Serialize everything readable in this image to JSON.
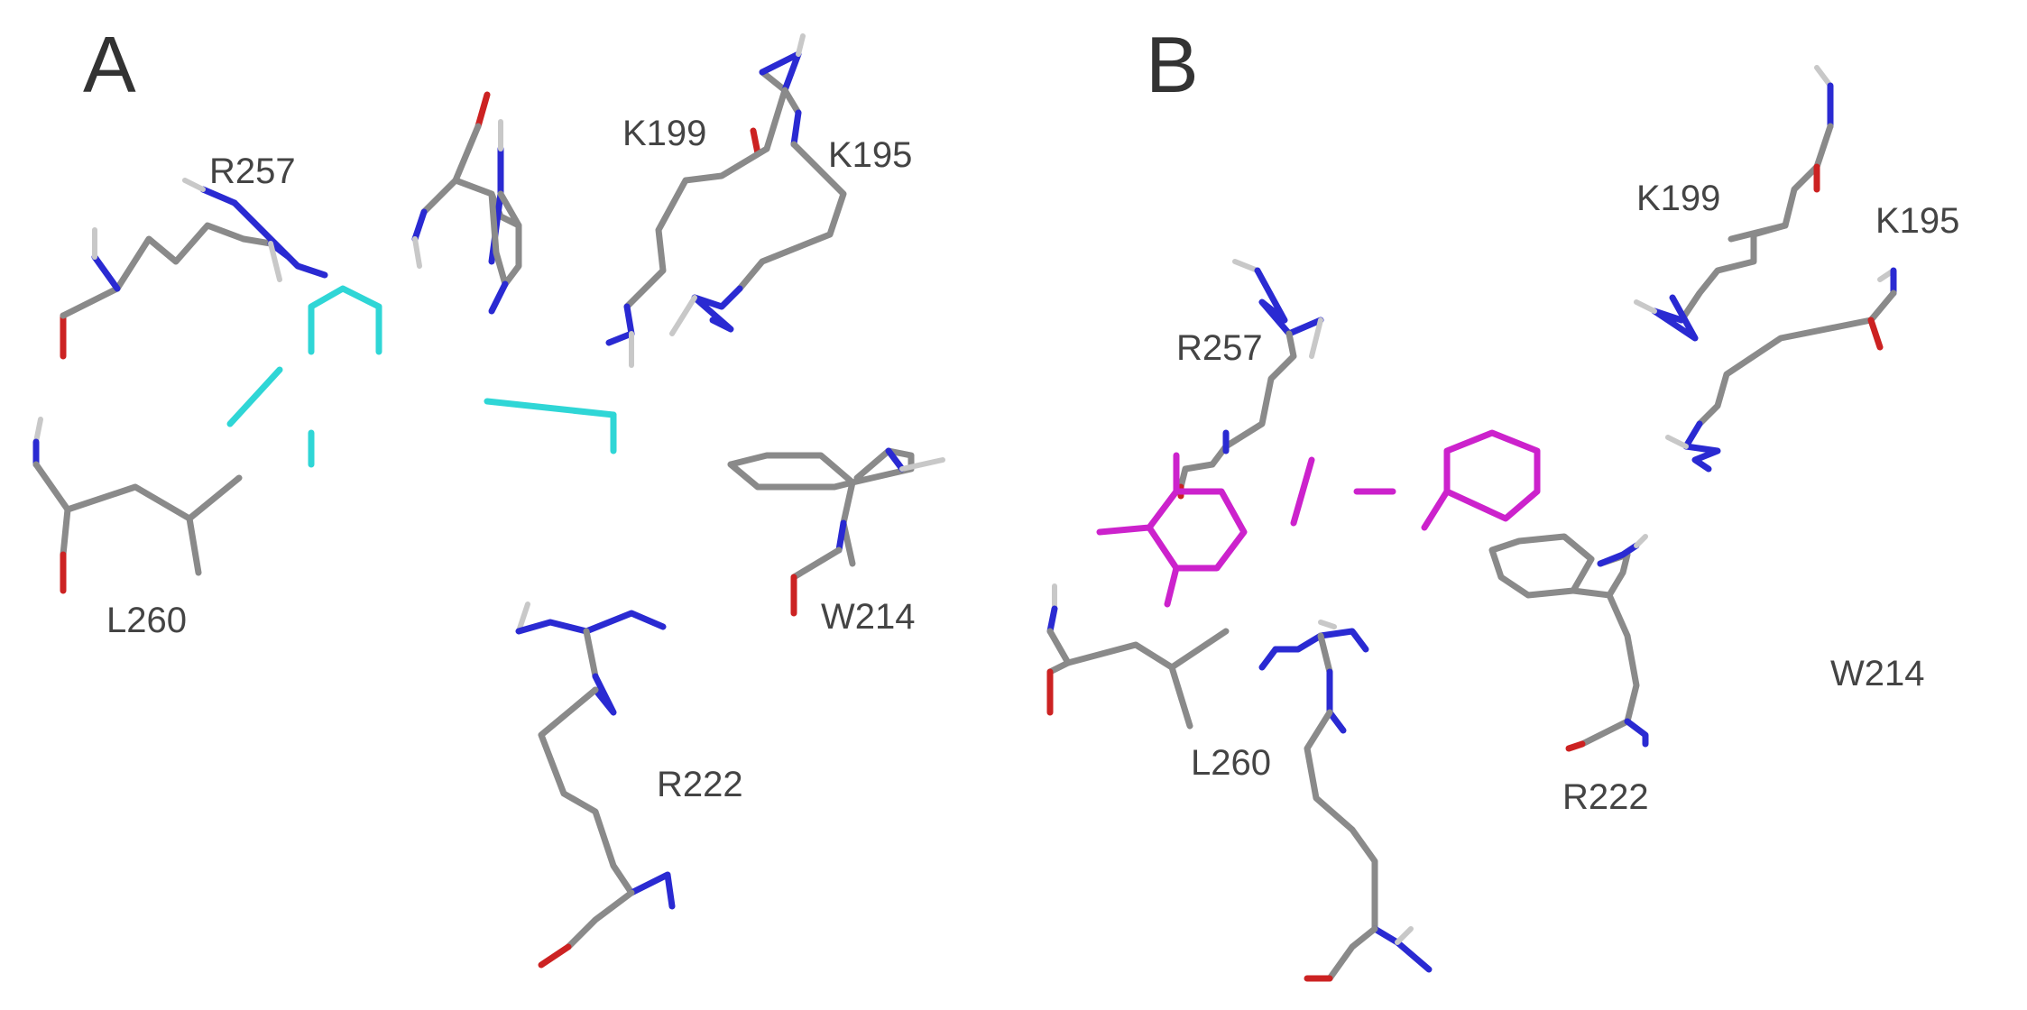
{
  "panels": [
    {
      "letter": "A",
      "ligand_color": "#2fd6d6",
      "labels": {
        "r257": "R257",
        "k199": "K199",
        "k195": "K195",
        "l260": "L260",
        "w214": "W214",
        "r222": "R222"
      }
    },
    {
      "letter": "B",
      "ligand_color": "#cc22cc",
      "labels": {
        "k199": "K199",
        "k195": "K195",
        "r257": "R257",
        "w214": "W214",
        "l260": "L260",
        "r222": "R222"
      }
    }
  ],
  "atom_colors": {
    "carbon": "#8a8a8a",
    "nitrogen": "#2a2ad2",
    "oxygen": "#cc2222",
    "hydrogen": "#c8c8c8"
  }
}
